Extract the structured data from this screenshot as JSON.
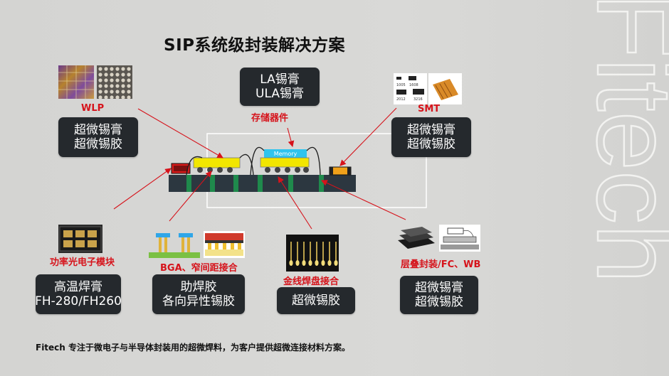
{
  "title": "SIP系统级封装解决方案",
  "watermark": "Fitech",
  "center_product": {
    "line1": "LA锡膏",
    "line2": "ULA锡膏"
  },
  "labels": {
    "wlp": "WLP",
    "storage": "存储器件",
    "smt": "SMT",
    "power_module": "功率光电子模块",
    "bga": "BGA、窄间距接合",
    "gold_wire": "金线焊盘接合",
    "stacked": "层叠封装/FC、WB"
  },
  "products": {
    "wlp": {
      "line1": "超微锡膏",
      "line2": "超微锡胶"
    },
    "smt": {
      "line1": "超微锡膏",
      "line2": "超微锡胶"
    },
    "power_module": {
      "line1": "高温焊膏",
      "line2": "FH-280/FH260"
    },
    "bga": {
      "line1": "助焊胶",
      "line2": "各向异性锡胶"
    },
    "gold_wire": {
      "line1": "超微锡胶"
    },
    "stacked": {
      "line1": "超微锡膏",
      "line2": "超微锡胶"
    }
  },
  "diagram": {
    "memory_label": "Memory"
  },
  "smt_parts": [
    "1005",
    "1608",
    "2012",
    "3216"
  ],
  "colors": {
    "accent_red": "#d6131b",
    "box_dark": "#25292d",
    "substrate": "#2c3740",
    "via_green": "#1f8a4c",
    "chip_yellow": "#f2e600",
    "memory_cyan": "#2fc4ee"
  },
  "footer": "Fitech 专注于微电子与半导体封装用的超微焊料，为客户提供超微连接材料方案。"
}
